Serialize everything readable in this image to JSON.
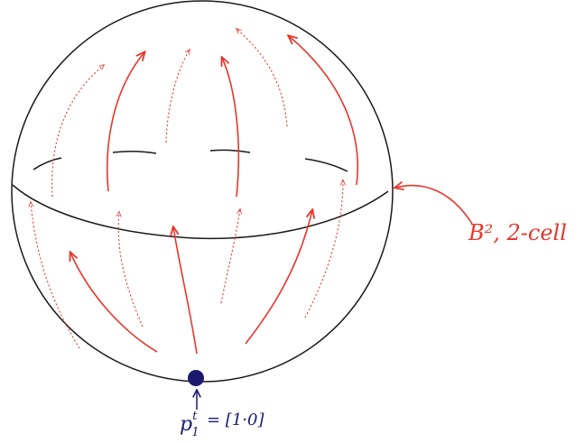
{
  "colors": {
    "outline": "#1a1a1a",
    "flow": "#e8362b",
    "point": "#1b1a6e",
    "background": "#ffffff"
  },
  "labels": {
    "cell_label": "B², 2-cell",
    "point_label": "p",
    "point_superscript": "t",
    "point_subscript": "1",
    "point_value": "= [1·0]"
  },
  "icons": {
    "point_marker": "filled-dot",
    "annotation_arrow": "curved-arrow",
    "flow_arrows": "arrowhead"
  }
}
